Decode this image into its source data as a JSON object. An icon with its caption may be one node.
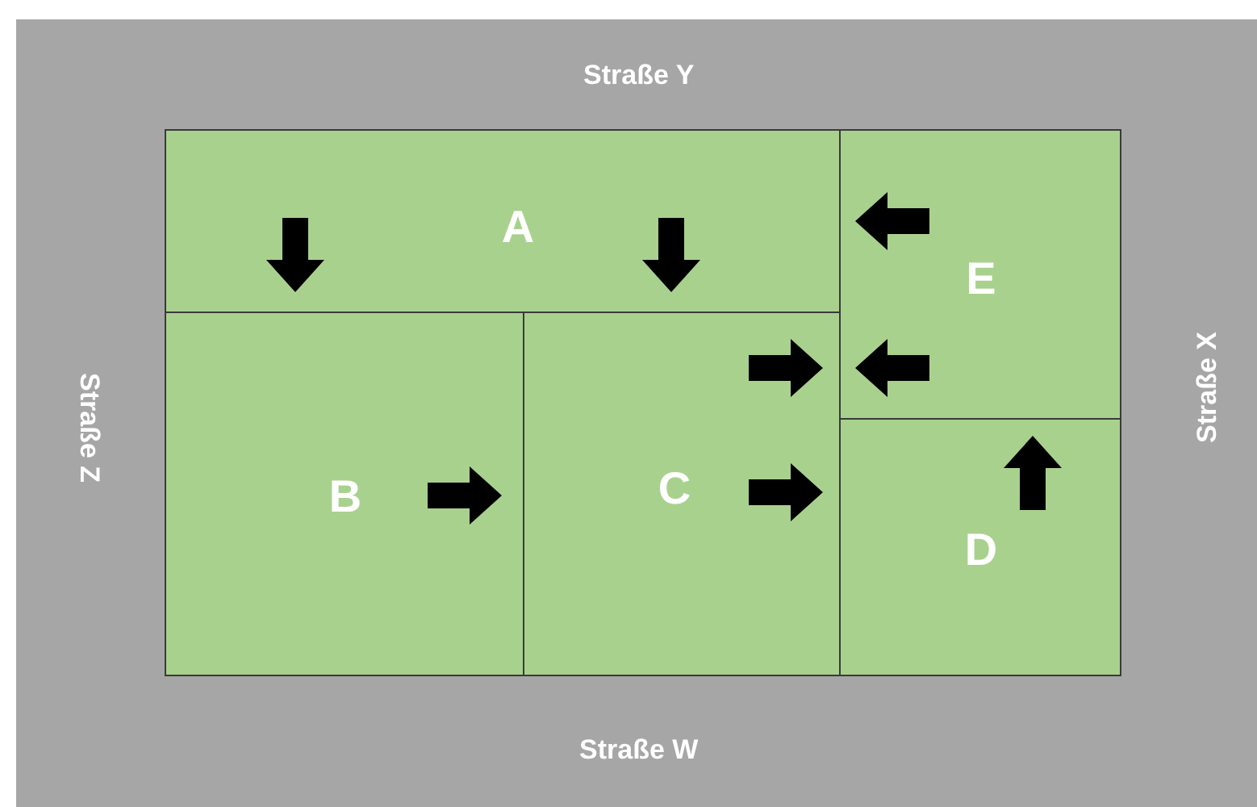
{
  "diagram": {
    "nodes": [
      {
        "text": [
          "A"
        ]
      },
      {
        "text": [
          "E"
        ]
      },
      {
        "text": [
          "B"
        ]
      },
      {
        "text": [
          "C"
        ]
      },
      {
        "text": [
          "D"
        ]
      }
    ],
    "labels": [
      "Straße Y",
      "Straße Z",
      "Straße X",
      "Straße W"
    ]
  }
}
